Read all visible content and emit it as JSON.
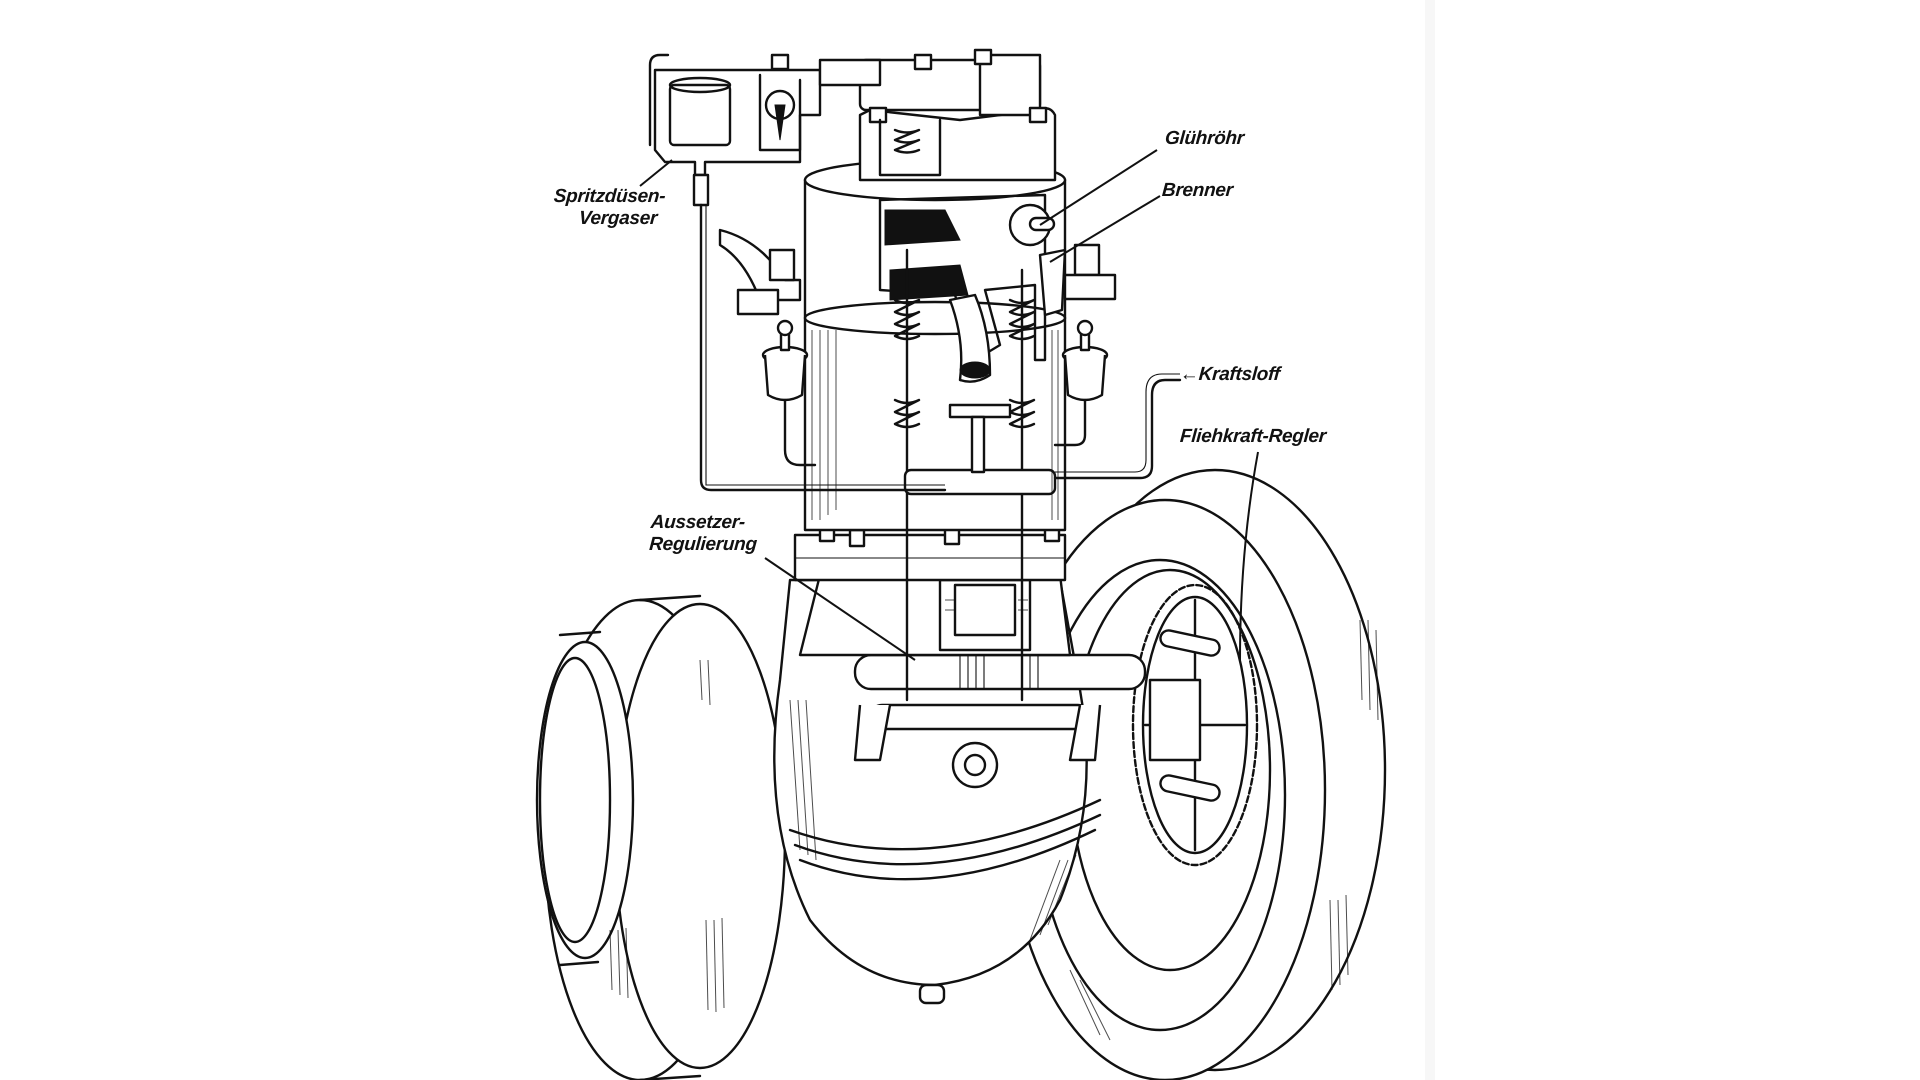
{
  "figure": {
    "subject": "Cutaway illustration of a single-cylinder glow-tube engine",
    "background": "#ffffff",
    "ink": "#111111"
  },
  "labels": {
    "carburetor": {
      "line1": "Spritzdüsen-",
      "line2": "Vergaser"
    },
    "glow_tube": "Glühröhr",
    "burner": "Brenner",
    "fuel_arrow": "←",
    "fuel": "Kraftsloff",
    "governor": "Fliehkraft-Regler",
    "skip_control": {
      "line1": "Aussetzer-",
      "line2": "Regulierung"
    }
  }
}
